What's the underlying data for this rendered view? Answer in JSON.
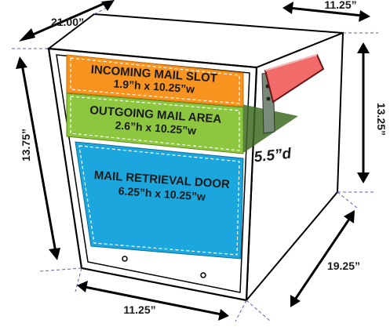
{
  "dimensions": {
    "top_depth": "21.00”",
    "top_width": "11.25”",
    "front_height": "13.75”",
    "side_height": "13.25”",
    "side_depth": "19.25”",
    "bottom_width": "11.25”",
    "interior_depth": "5.5”d"
  },
  "zones": [
    {
      "title": "INCOMING MAIL SLOT",
      "size": "1.9”h x 10.25”w",
      "color": "#f7931e"
    },
    {
      "title": "OUTGOING MAIL AREA",
      "size": "2.6”h x 10.25”w",
      "color": "#8dc63f"
    },
    {
      "title": "MAIL RETRIEVAL DOOR",
      "size": "6.25”h x 10.25”w",
      "color": "#1ba7de"
    }
  ],
  "colors": {
    "flag": "#f26b6b",
    "flag_bracket": "#7a8b7a",
    "box_outline": "#000000",
    "guide_line": "#5b5fb5"
  }
}
